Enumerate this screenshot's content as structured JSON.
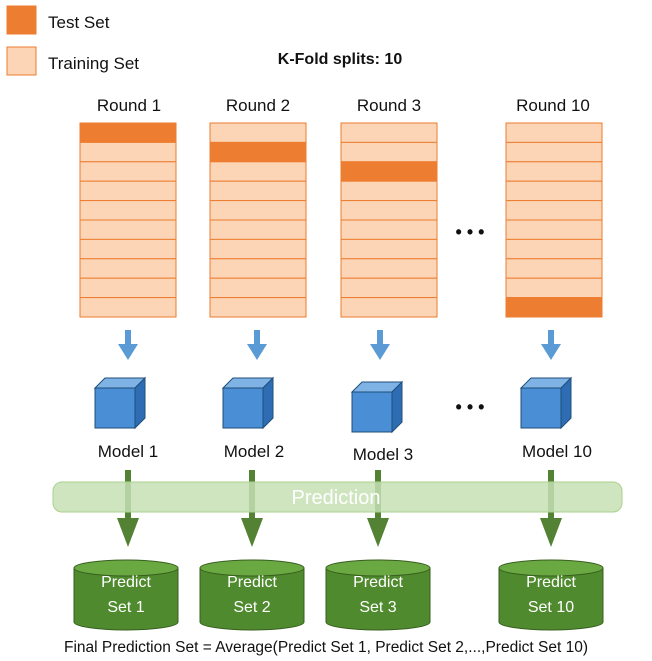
{
  "legend": {
    "items": [
      {
        "label": "Test Set",
        "color": "#ed7d31"
      },
      {
        "label": "Training Set",
        "color": "#fbd5b5"
      }
    ]
  },
  "title": "K-Fold splits: 10",
  "ellipsis": "• • •",
  "rounds": [
    {
      "label": "Round 1",
      "test_fold": 1
    },
    {
      "label": "Round 2",
      "test_fold": 2
    },
    {
      "label": "Round 3",
      "test_fold": 3
    },
    {
      "label": "Round 10",
      "test_fold": 10
    }
  ],
  "folds_per_round": 10,
  "models": [
    "Model 1",
    "Model 2",
    "Model 3",
    "Model 10"
  ],
  "prediction_label": "Prediction",
  "predict_sets": [
    {
      "line1": "Predict",
      "line2": "Set 1"
    },
    {
      "line1": "Predict",
      "line2": "Set 2"
    },
    {
      "line1": "Predict",
      "line2": "Set 3"
    },
    {
      "line1": "Predict",
      "line2": "Set 10"
    }
  ],
  "final_formula": "Final Prediction Set = Average(Predict Set 1, Predict Set 2,...,Predict Set 10)",
  "colors": {
    "test": "#ed7d31",
    "train": "#fbd5b5",
    "fold_stroke": "#ed7d31",
    "blue_arrow": "#5b9bd5",
    "cube_front": "#4a8fd6",
    "cube_top": "#7fb3e6",
    "cube_side": "#2e6db3",
    "cube_stroke": "#1f4e79",
    "prediction_band": "#c6e0b4",
    "prediction_band_stroke": "#a9d18e",
    "green_arrow": "#548235",
    "cylinder": "#4f8a2e",
    "cylinder_top": "#6aa842",
    "cylinder_stroke": "#375f1f"
  }
}
